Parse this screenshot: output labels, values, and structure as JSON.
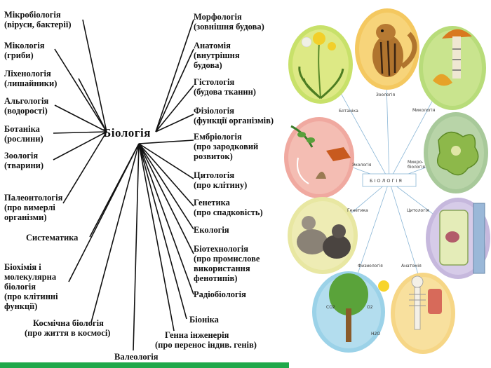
{
  "left_diagram": {
    "center": "Біологія",
    "left_branches": [
      {
        "id": "microbiology",
        "lines": [
          "Мікробіологія",
          "(віруси, бактерії)"
        ]
      },
      {
        "id": "mycology",
        "lines": [
          "Мікологія",
          "(гриби)"
        ]
      },
      {
        "id": "lichenology",
        "lines": [
          "Ліхенологія",
          "(лишайники)"
        ]
      },
      {
        "id": "algology",
        "lines": [
          "Альгологія",
          "(водорості)"
        ]
      },
      {
        "id": "botany",
        "lines": [
          "Ботаніка",
          "(рослини)"
        ]
      },
      {
        "id": "zoology",
        "lines": [
          "Зоологія",
          "(тварини)"
        ]
      },
      {
        "id": "paleontology",
        "lines": [
          "Палеонтологія",
          "(про вимерлі",
          "організми)"
        ]
      },
      {
        "id": "systematics",
        "lines": [
          "Систематика"
        ]
      },
      {
        "id": "biochemistry",
        "lines": [
          "Біохімія і",
          "молекулярна",
          "біологія",
          "(про клітинні",
          "функції)"
        ]
      },
      {
        "id": "space-biology",
        "lines": [
          "Космічна біологія",
          "(про життя в космосі)"
        ]
      },
      {
        "id": "valeology",
        "lines": [
          "Валеологія"
        ]
      }
    ],
    "right_branches": [
      {
        "id": "morphology",
        "lines": [
          "Морфологія",
          "(зовнішня будова)"
        ]
      },
      {
        "id": "anatomy",
        "lines": [
          "Анатомія",
          "(внутрішня",
          "будова)"
        ]
      },
      {
        "id": "histology",
        "lines": [
          "Гістологія",
          "(будова тканин)"
        ]
      },
      {
        "id": "physiology",
        "lines": [
          "Фізіологія",
          "(функції організмів)"
        ]
      },
      {
        "id": "embryology",
        "lines": [
          "Ембріологія",
          "(про зародковий",
          "розвиток)"
        ]
      },
      {
        "id": "cytology",
        "lines": [
          "Цитологія",
          "(про клітину)"
        ]
      },
      {
        "id": "genetics",
        "lines": [
          "Генетика",
          "(про спадковість)"
        ]
      },
      {
        "id": "ecology",
        "lines": [
          "Екологія"
        ]
      },
      {
        "id": "biotechnology",
        "lines": [
          "Біотехнологія",
          "(про промислове",
          "використання",
          "фенотипів)"
        ]
      },
      {
        "id": "radiobiology",
        "lines": [
          "Радіобіологія"
        ]
      },
      {
        "id": "bionics",
        "lines": [
          "Біоніка"
        ]
      },
      {
        "id": "genetic-engineering",
        "lines": [
          "Генна інженерія",
          "(про перенос індив. генів)"
        ]
      }
    ]
  },
  "right_diagram": {
    "hub": "БІОЛОГІЯ",
    "branches": {
      "zoology": "Зоологія",
      "botany": "Ботаніка",
      "mycology": "Микологія",
      "ecology": "Экологія",
      "microbiology": "Микро-\nбіологія",
      "genetics": "Генетика",
      "cytology": "Цитологія",
      "physiology": "Физиологія",
      "anatomy": "Анатомія"
    },
    "illustration_labels": {
      "co2": "CO2",
      "o2": "O2",
      "h2o": "H2O"
    }
  },
  "colors": {
    "bar": "#1fa84a",
    "lines": "#111111"
  }
}
